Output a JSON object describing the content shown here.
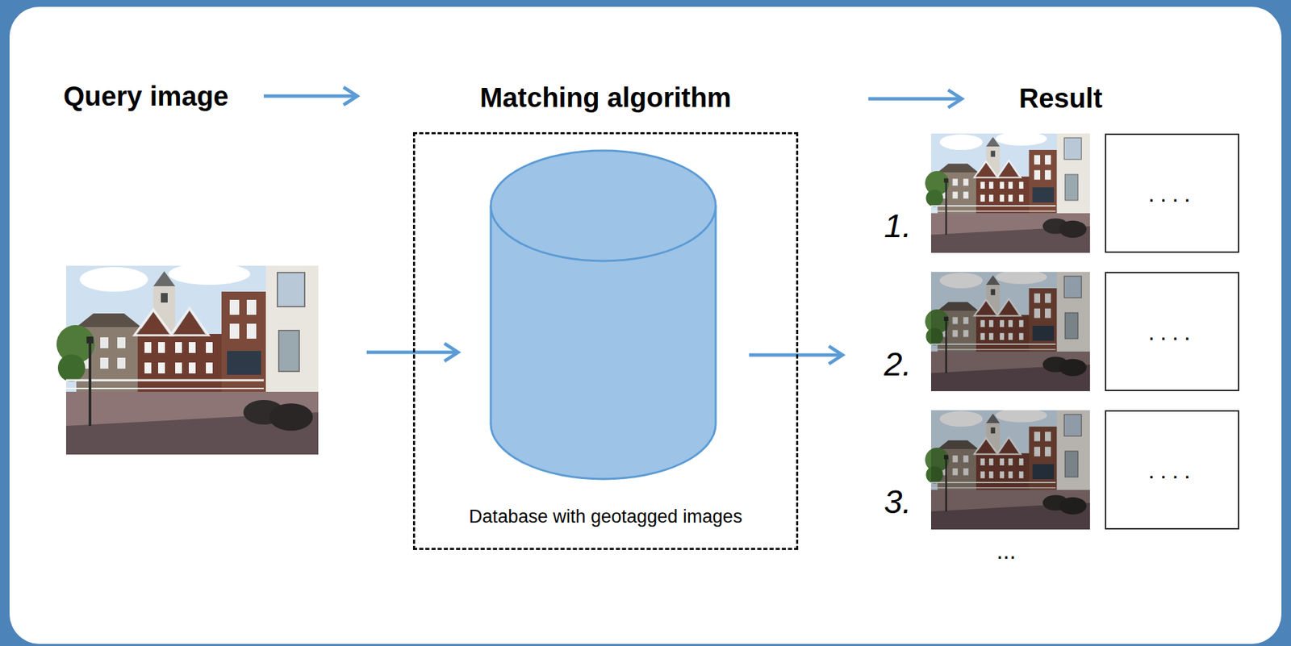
{
  "diagram": {
    "nodes": [
      {
        "text": [
          "Matching algorithm",
          "Database with geotagged images"
        ]
      },
      {
        "text": [
          "...."
        ]
      },
      {
        "text": [
          "...."
        ]
      },
      {
        "text": [
          "...."
        ]
      }
    ],
    "labels": [
      "Query image",
      "Result",
      "1.",
      "2.",
      "3.",
      "..."
    ]
  }
}
